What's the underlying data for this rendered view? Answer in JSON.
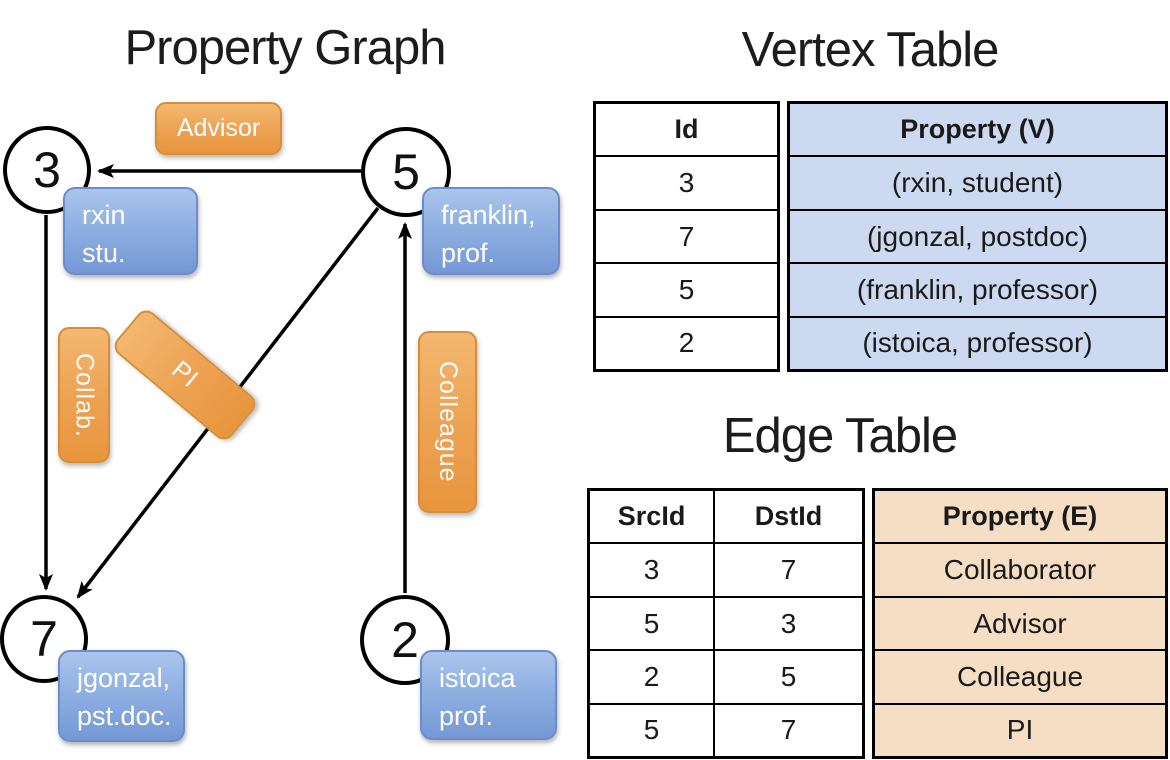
{
  "graph": {
    "title": "Property Graph",
    "nodes": [
      {
        "id": "3"
      },
      {
        "id": "5"
      },
      {
        "id": "7"
      },
      {
        "id": "2"
      }
    ],
    "vertex_labels": [
      {
        "line1": "rxin",
        "line2": "stu."
      },
      {
        "line1": "franklin,",
        "line2": "prof."
      },
      {
        "line1": "jgonzal,",
        "line2": "pst.doc."
      },
      {
        "line1": "istoica",
        "line2": "prof."
      }
    ],
    "edge_labels": {
      "advisor": "Advisor",
      "collab": "Collab.",
      "pi": "PI",
      "colleague": "Colleague"
    }
  },
  "vertex_table": {
    "title": "Vertex Table",
    "columns": {
      "id": "Id",
      "property": "Property (V)"
    },
    "rows": [
      [
        "3",
        "(rxin, student)"
      ],
      [
        "7",
        "(jgonzal, postdoc)"
      ],
      [
        "5",
        "(franklin, professor)"
      ],
      [
        "2",
        "(istoica, professor)"
      ]
    ]
  },
  "edge_table": {
    "title": "Edge Table",
    "columns": {
      "src": "SrcId",
      "dst": "DstId",
      "property": "Property (E)"
    },
    "rows": [
      [
        "3",
        "7",
        "Collaborator"
      ],
      [
        "5",
        "3",
        "Advisor"
      ],
      [
        "2",
        "5",
        "Colleague"
      ],
      [
        "5",
        "7",
        "PI"
      ]
    ]
  },
  "colors": {
    "edge_label_orange": "#EDA354",
    "vertex_label_blue": "#8FB0E2",
    "vertex_table_fill": "#CCD9F0",
    "edge_table_fill": "#F5DEC3",
    "line_black": "#000000"
  }
}
